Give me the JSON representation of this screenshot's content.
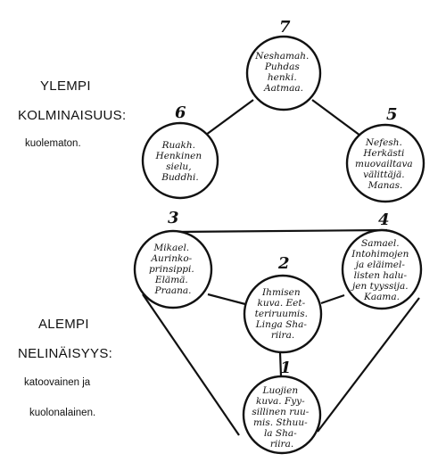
{
  "upper": {
    "title1": "YLEMPI",
    "title2": "KOLMINAISUUS:",
    "subtitle": "kuolematon."
  },
  "lower": {
    "title1": "ALEMPI",
    "title2": "NELINÄISYYS:",
    "subtitle1": "katoovainen ja",
    "subtitle2": "kuolonalainen."
  },
  "nodes": [
    {
      "id": "n7",
      "number": "7",
      "lines": [
        "Neshamah.",
        "Puhdas",
        "henki.",
        "Aatmaa."
      ]
    },
    {
      "id": "n6",
      "number": "6",
      "lines": [
        "Ruakh.",
        "Henkinen",
        "sielu,",
        "Buddhi."
      ]
    },
    {
      "id": "n5",
      "number": "5",
      "lines": [
        "Nefesh.",
        "Herkästi",
        "muovailtava",
        "välittäjä.",
        "Manas."
      ]
    },
    {
      "id": "n3",
      "number": "3",
      "lines": [
        "Mikael.",
        "Aurinko-",
        "prinsippi.",
        "Elämä.",
        "Praana."
      ]
    },
    {
      "id": "n4",
      "number": "4",
      "lines": [
        "Samael.",
        "Intohimojen",
        "ja eläimel-",
        "listen halu-",
        "jen tyyssija.",
        "Kaama."
      ]
    },
    {
      "id": "n2",
      "number": "2",
      "lines": [
        "Ihmisen",
        "kuva. Eet-",
        "teriruumis.",
        "Linga Sha-",
        "riira."
      ]
    },
    {
      "id": "n1",
      "number": "1",
      "lines": [
        "Luojien",
        "kuva. Fyy-",
        "sillinen ruu-",
        "mis. Sthuu-",
        "la Sha-",
        "riira."
      ]
    }
  ]
}
